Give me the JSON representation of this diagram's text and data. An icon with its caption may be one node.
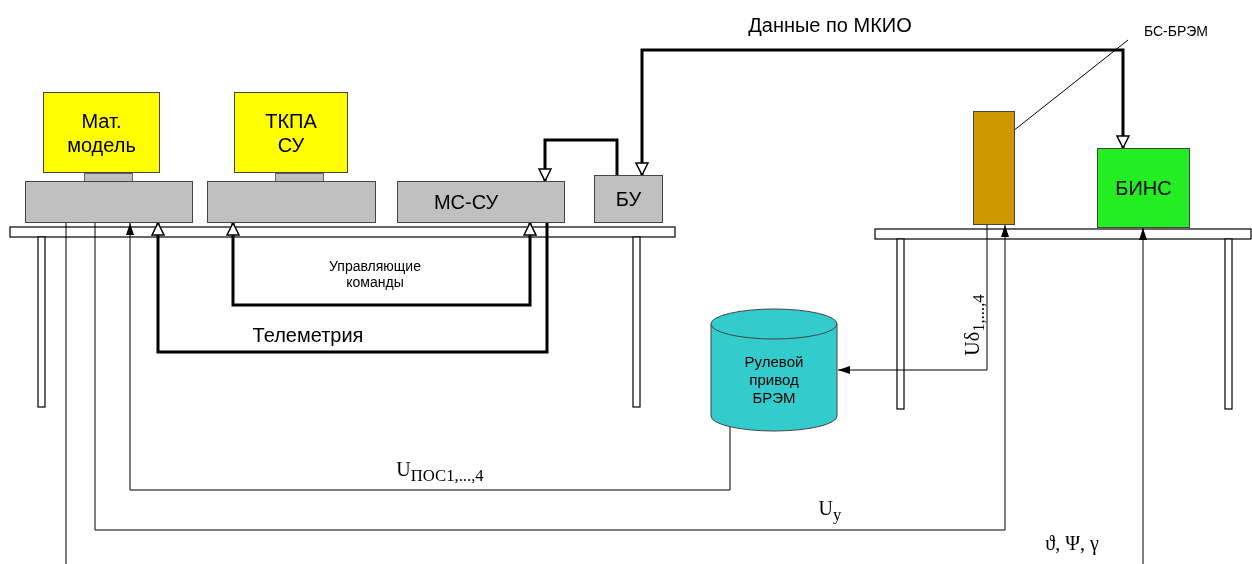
{
  "diagram": {
    "nodes": [
      {
        "text": [
          "Мат. модель"
        ]
      },
      {
        "text": [],
        "shape": "box"
      },
      {
        "text": [
          "ТКПА СУ"
        ]
      },
      {
        "text": [],
        "shape": "box"
      },
      {
        "text": [
          "МС-СУ"
        ]
      },
      {
        "text": [
          "БУ"
        ]
      },
      {
        "text": [],
        "shape": "box"
      },
      {
        "text": [
          "БС-БРЭМ"
        ]
      },
      {
        "text": [
          "БИНС"
        ]
      },
      {
        "text": [
          "Рулевой привод БРЭМ"
        ]
      }
    ],
    "edges": [
      {
        "from": 3,
        "to": 4,
        "arrow": "both",
        "label": "Управляющие команды",
        "style": "thick"
      },
      {
        "from": 4,
        "to": 1,
        "arrow": "to",
        "label": "Телеметрия",
        "style": "thick"
      },
      {
        "from": 5,
        "to": 4,
        "arrow": "to",
        "style": "thick"
      },
      {
        "from": 5,
        "to": 8,
        "arrow": "both",
        "label": "Данные по МКИО",
        "style": "thick"
      },
      {
        "from": 7,
        "to": 6,
        "arrow": "none"
      },
      {
        "from": 6,
        "to": 9,
        "arrow": "to",
        "label": "Uδ$_{1,...,4}$"
      },
      {
        "from": 9,
        "to": 1,
        "arrow": "to",
        "label": "U$_{ПОС1,...,4}$"
      },
      {
        "from": 1,
        "to": 6,
        "arrow": "to",
        "label": "U$_{у}$"
      },
      {
        "from": null,
        "to": 8,
        "arrow": "to",
        "label": "ϑ, Ψ, γ"
      },
      {
        "from": 1,
        "to": null,
        "arrow": "other"
      }
    ]
  }
}
